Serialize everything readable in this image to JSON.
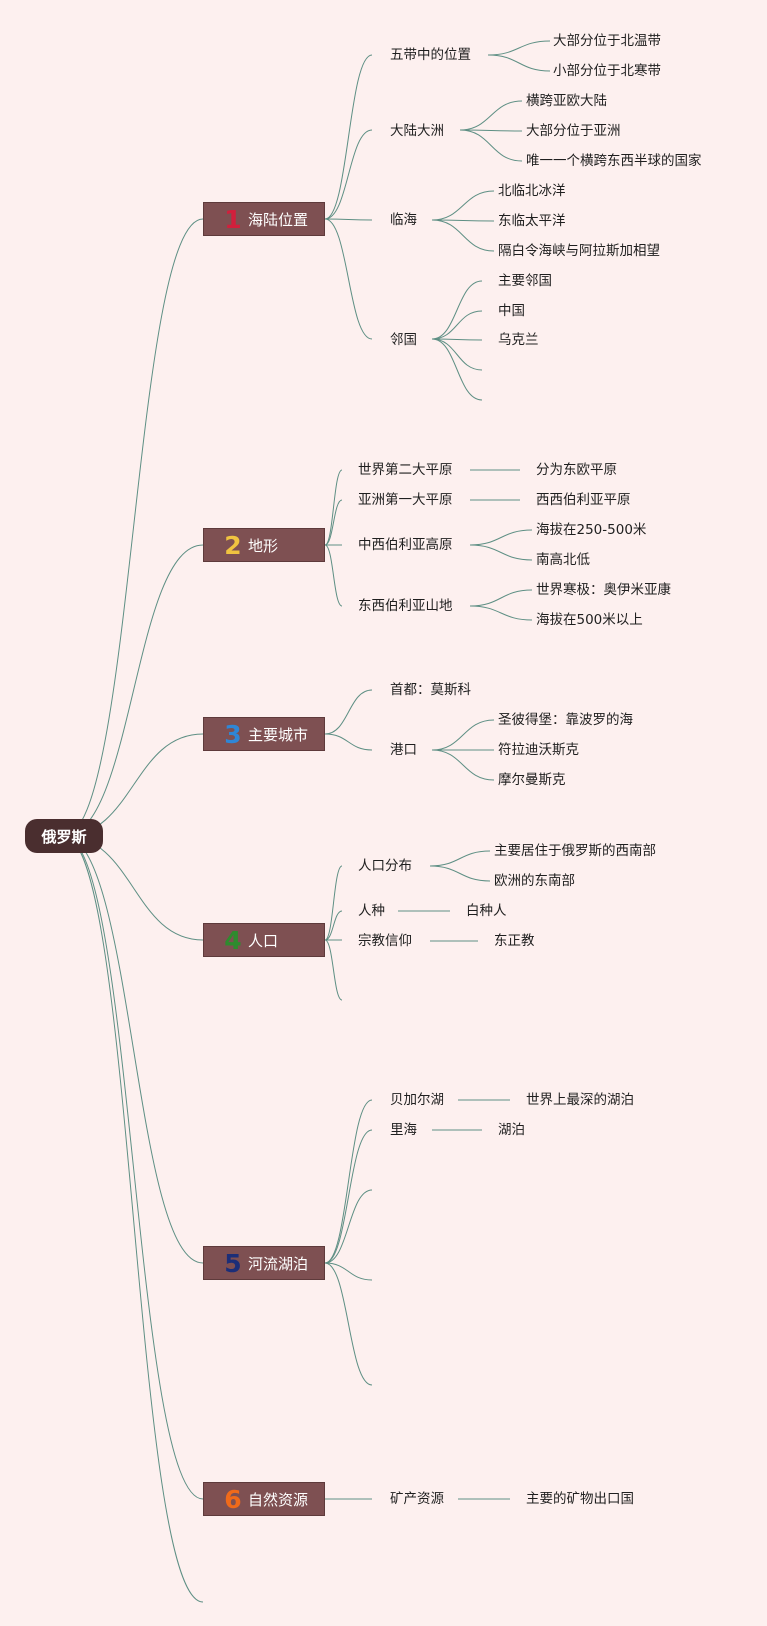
{
  "root": {
    "label": "俄罗斯"
  },
  "colors": {
    "background": "#fdf0ef",
    "branch_fill": "#7e5052",
    "root_fill": "#4a2e2f",
    "link": "#5e8f84"
  },
  "branches": [
    {
      "id": "b1",
      "num": "1",
      "num_color": "#d21f3c",
      "label": "海陆位置",
      "children": [
        {
          "label": "五带中的位置",
          "children": [
            {
              "label": "大部分位于北温带"
            },
            {
              "label": "小部分位于北寒带"
            }
          ]
        },
        {
          "label": "大陆大洲",
          "children": [
            {
              "label": "横跨亚欧大陆"
            },
            {
              "label": "大部分位于亚洲"
            },
            {
              "label": "唯一一个横跨东西半球的国家"
            }
          ]
        },
        {
          "label": "临海",
          "children": [
            {
              "label": "北临北冰洋"
            },
            {
              "label": "东临太平洋"
            },
            {
              "label": "隔白令海峡与阿拉斯加相望"
            }
          ]
        },
        {
          "label": "邻国",
          "children": [
            {
              "label": "主要邻国"
            },
            {
              "label": "中国"
            },
            {
              "label": "乌克兰"
            },
            {
              "label": ""
            },
            {
              "label": ""
            }
          ]
        }
      ]
    },
    {
      "id": "b2",
      "num": "2",
      "num_color": "#f0c340",
      "label": "地形",
      "children": [
        {
          "label": "世界第二大平原",
          "children": [
            {
              "label": "分为东欧平原"
            }
          ]
        },
        {
          "label": "亚洲第一大平原",
          "children": [
            {
              "label": "西西伯利亚平原"
            }
          ]
        },
        {
          "label": "中西伯利亚高原",
          "children": [
            {
              "label": "海拔在250-500米"
            },
            {
              "label": "南高北低"
            }
          ]
        },
        {
          "label": "东西伯利亚山地",
          "children": [
            {
              "label": "世界寒极：奥伊米亚康"
            },
            {
              "label": "海拔在500米以上"
            }
          ]
        }
      ]
    },
    {
      "id": "b3",
      "num": "3",
      "num_color": "#2f86d6",
      "label": "主要城市",
      "children": [
        {
          "label": "首都：莫斯科",
          "children": []
        },
        {
          "label": "港口",
          "children": [
            {
              "label": "圣彼得堡：靠波罗的海"
            },
            {
              "label": "符拉迪沃斯克"
            },
            {
              "label": "摩尔曼斯克"
            }
          ]
        }
      ]
    },
    {
      "id": "b4",
      "num": "4",
      "num_color": "#2e8b2e",
      "label": "人口",
      "children": [
        {
          "label": "人口分布",
          "children": [
            {
              "label": "主要居住于俄罗斯的西南部"
            },
            {
              "label": "欧洲的东南部"
            }
          ]
        },
        {
          "label": "人种",
          "children": [
            {
              "label": "白种人"
            }
          ]
        },
        {
          "label": "宗教信仰",
          "children": [
            {
              "label": "东正教"
            }
          ]
        },
        {
          "label": "",
          "children": []
        }
      ]
    },
    {
      "id": "b5",
      "num": "5",
      "num_color": "#1c2e78",
      "label": "河流湖泊",
      "children": [
        {
          "label": "贝加尔湖",
          "children": [
            {
              "label": "世界上最深的湖泊"
            }
          ]
        },
        {
          "label": "里海",
          "children": [
            {
              "label": "湖泊"
            }
          ]
        },
        {
          "label": "",
          "children": []
        },
        {
          "label": "",
          "children": []
        },
        {
          "label": "",
          "children": []
        }
      ]
    },
    {
      "id": "b6",
      "num": "6",
      "num_color": "#f06a1a",
      "label": "自然资源",
      "children": [
        {
          "label": "矿产资源",
          "children": [
            {
              "label": "主要的矿物出口国"
            }
          ]
        }
      ]
    }
  ]
}
